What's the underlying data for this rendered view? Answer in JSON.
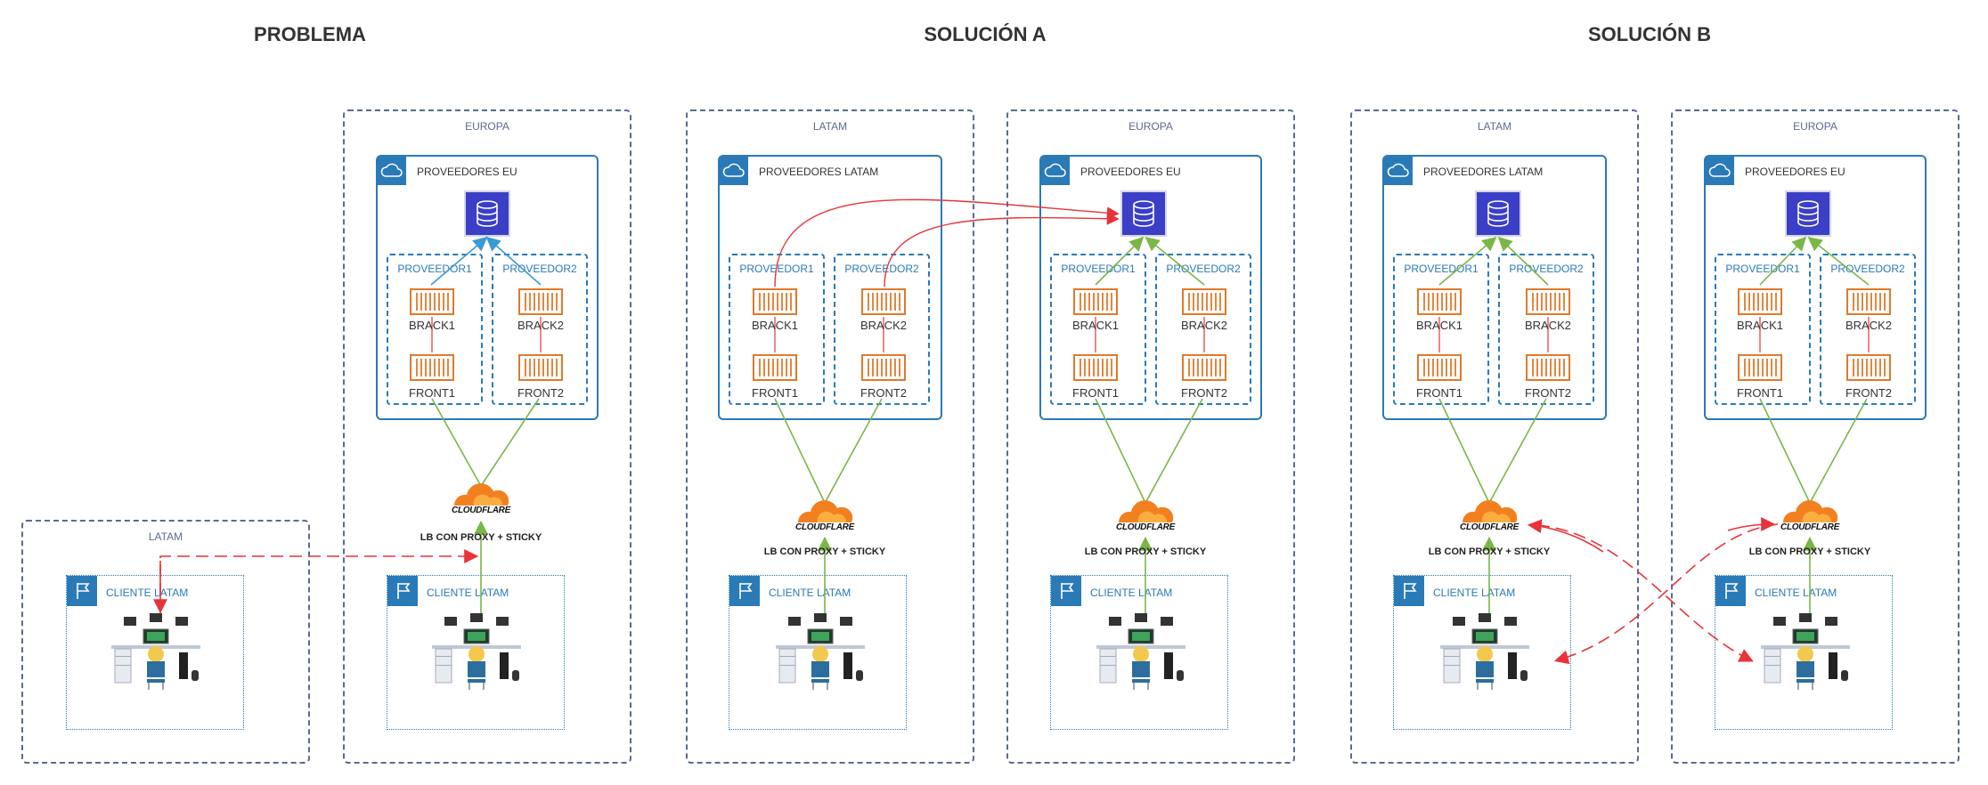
{
  "titles": {
    "problema": "PROBLEMA",
    "solucion_a": "SOLUCIÓN A",
    "solucion_b": "SOLUCIÓN B"
  },
  "regions": {
    "europa": "EUROPA",
    "latam": "LATAM"
  },
  "cloud_boxes": {
    "proveedores_eu": "PROVEEDORES EU",
    "proveedores_latam": "PROVEEDORES LATAM"
  },
  "providers": {
    "p1": "PROVEEDOR1",
    "p2": "PROVEEDOR2"
  },
  "nodes": {
    "brack1": "BRACK1",
    "brack2": "BRACK2",
    "front1": "FRONT1",
    "front2": "FRONT2"
  },
  "client_label": "CLIENTE LATAM",
  "lb_label": "LB CON PROXY + STICKY",
  "cloudflare": "CLOUDFLARE",
  "colors": {
    "region_border": "#5a6b8c",
    "cloud_blue": "#2a7ab8",
    "db_purple": "#3b3fc7",
    "server_orange": "#e07a2c",
    "green_arrow": "#7ab648",
    "red_arrow": "#e8333a",
    "cloudflare_orange": "#f38020"
  },
  "icons": [
    "cloud-icon",
    "flag-icon",
    "database-icon",
    "server-icon",
    "cloudflare-logo",
    "client-workstation-icon"
  ]
}
